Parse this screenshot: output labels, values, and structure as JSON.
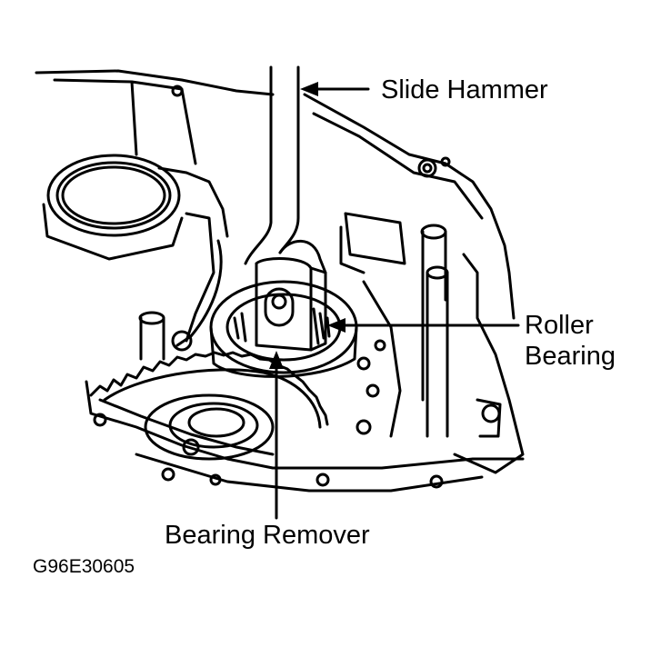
{
  "labels": {
    "slide_hammer": "Slide Hammer",
    "roller_line1": "Roller",
    "roller_line2": "Bearing",
    "bearing_remover": "Bearing Remover"
  },
  "figure_code": "G96E30605",
  "colors": {
    "ink": "#000000",
    "paper": "#ffffff"
  }
}
